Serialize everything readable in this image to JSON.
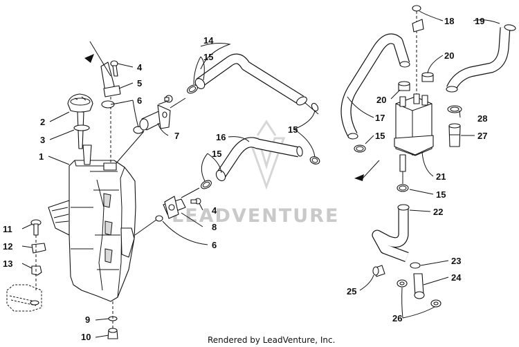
{
  "callouts": {
    "c1": "1",
    "c2": "2",
    "c3": "3",
    "c4a": "4",
    "c4b": "4",
    "c5": "5",
    "c6a": "6",
    "c6b": "6",
    "c7": "7",
    "c8": "8",
    "c9": "9",
    "c10": "10",
    "c11": "11",
    "c12": "12",
    "c13": "13",
    "c14": "14",
    "c15a": "15",
    "c15b": "15",
    "c15c": "15",
    "c15d": "15",
    "c15e": "15",
    "c16": "16",
    "c17": "17",
    "c18": "18",
    "c19": "19",
    "c20a": "20",
    "c20b": "20",
    "c21": "21",
    "c22": "22",
    "c23": "23",
    "c24": "24",
    "c25": "25",
    "c26": "26",
    "c27": "27",
    "c28": "28"
  },
  "watermark": "LEADVENTURE",
  "credit": "Rendered by LeadVenture, Inc."
}
